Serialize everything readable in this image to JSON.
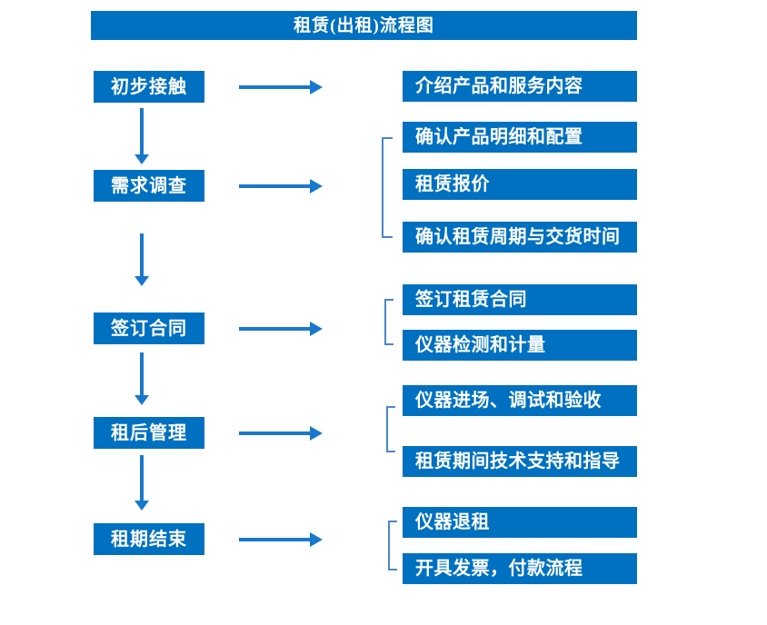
{
  "title": "租赁(出租)流程图",
  "colors": {
    "box_blue": "#0070C0",
    "arrow_blue": "#1878CC",
    "bracket_blue": "#4A86C8"
  },
  "steps": [
    {
      "label": "初步接触",
      "details": [
        "介绍产品和服务内容"
      ]
    },
    {
      "label": "需求调查",
      "details": [
        "确认产品明细和配置",
        "租赁报价",
        "确认租赁周期与交货时间"
      ]
    },
    {
      "label": "签订合同",
      "details": [
        "签订租赁合同",
        "仪器检测和计量"
      ]
    },
    {
      "label": "租后管理",
      "details": [
        "仪器进场、调试和验收",
        "租赁期间技术支持和指导"
      ]
    },
    {
      "label": "租期结束",
      "details": [
        "仪器退租",
        "开具发票，付款流程"
      ]
    }
  ]
}
